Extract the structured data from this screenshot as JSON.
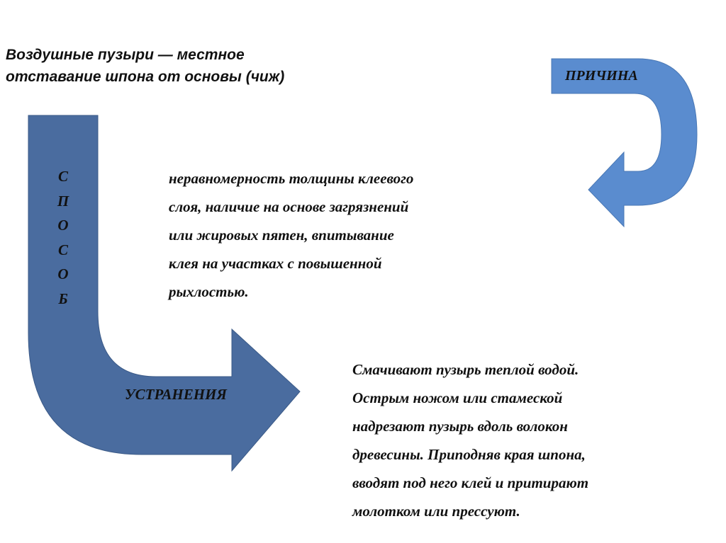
{
  "title_lines": [
    "Воздушные пузыри — местное",
    "отставание шпона от основы (чиж)"
  ],
  "arrow_method": {
    "vertical_letters": [
      "С",
      "П",
      "О",
      "С",
      "О",
      "Б"
    ],
    "label": "УСТРАНЕНИЯ",
    "color": "#4a6c9f"
  },
  "arrow_cause": {
    "label": "ПРИЧИНА",
    "color": "#5a8ccf"
  },
  "cause_text": [
    "неравномерность толщины клеевого",
    "слоя, наличие на основе загрязнений",
    "или жировых пятен, впитывание",
    "клея на участках с повышенной",
    "рыхлостью."
  ],
  "fix_text": [
    "Смачивают пузырь теплой водой.",
    "Острым ножом или стамеской",
    "надрезают пузырь вдоль волокон",
    "древесины. Приподняв края шпона,",
    "вводят под него клей и притирают",
    "молотком или прессуют."
  ]
}
